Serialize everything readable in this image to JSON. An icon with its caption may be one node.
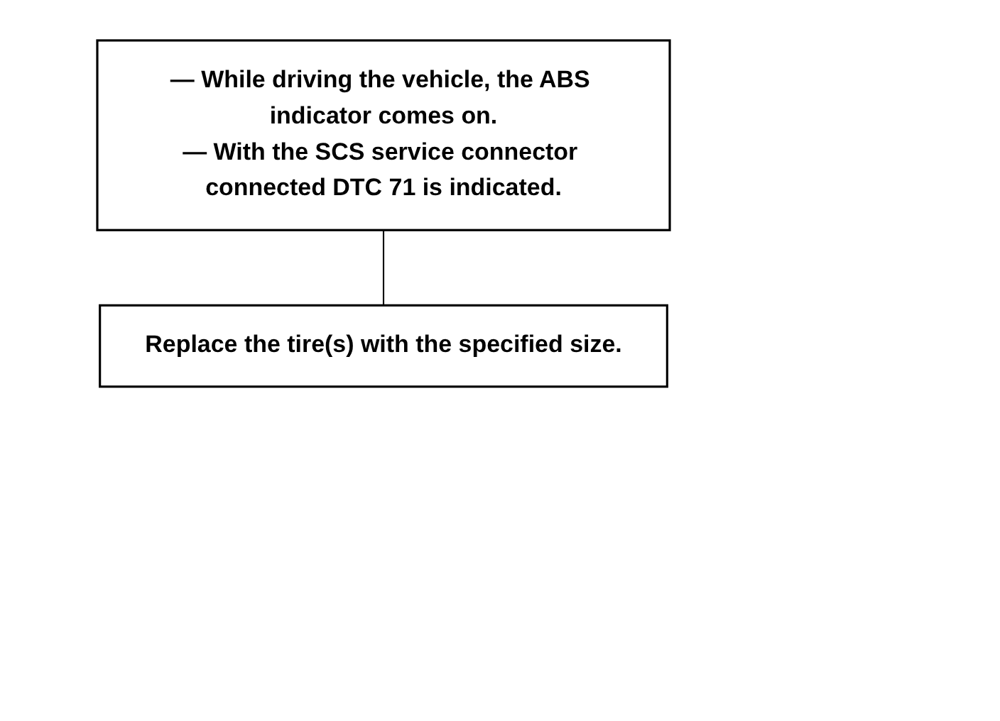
{
  "diagram": {
    "nodes": [
      {
        "text": [
          "— While driving the vehicle, the ABS indicator comes on.",
          "— With the SCS service connector connected DTC 71 is indicated."
        ]
      },
      {
        "text": [
          "Replace the tire(s) with the specified size."
        ]
      }
    ],
    "edges": [
      {
        "from": 0,
        "to": 1,
        "arrow": "none"
      }
    ]
  }
}
